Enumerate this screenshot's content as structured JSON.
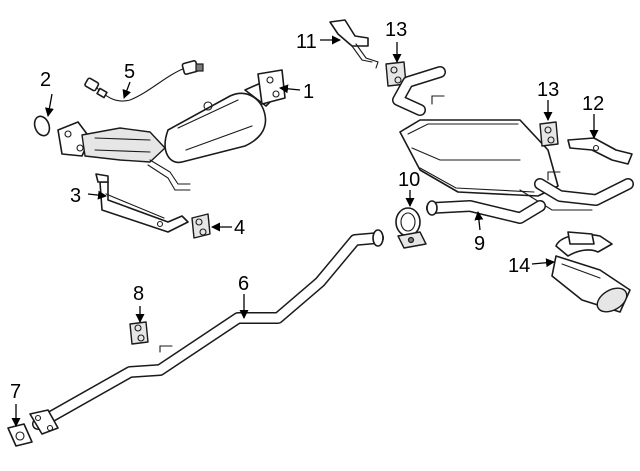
{
  "callouts": {
    "c1": "1",
    "c2": "2",
    "c3": "3",
    "c4": "4",
    "c5": "5",
    "c6": "6",
    "c7": "7",
    "c8": "8",
    "c9": "9",
    "c10": "10",
    "c11": "11",
    "c12": "12",
    "c13a": "13",
    "c13b": "13",
    "c14": "14"
  },
  "colors": {
    "line": "#1a1a1a",
    "shade": "#e6e6e6",
    "background": "#ffffff"
  }
}
